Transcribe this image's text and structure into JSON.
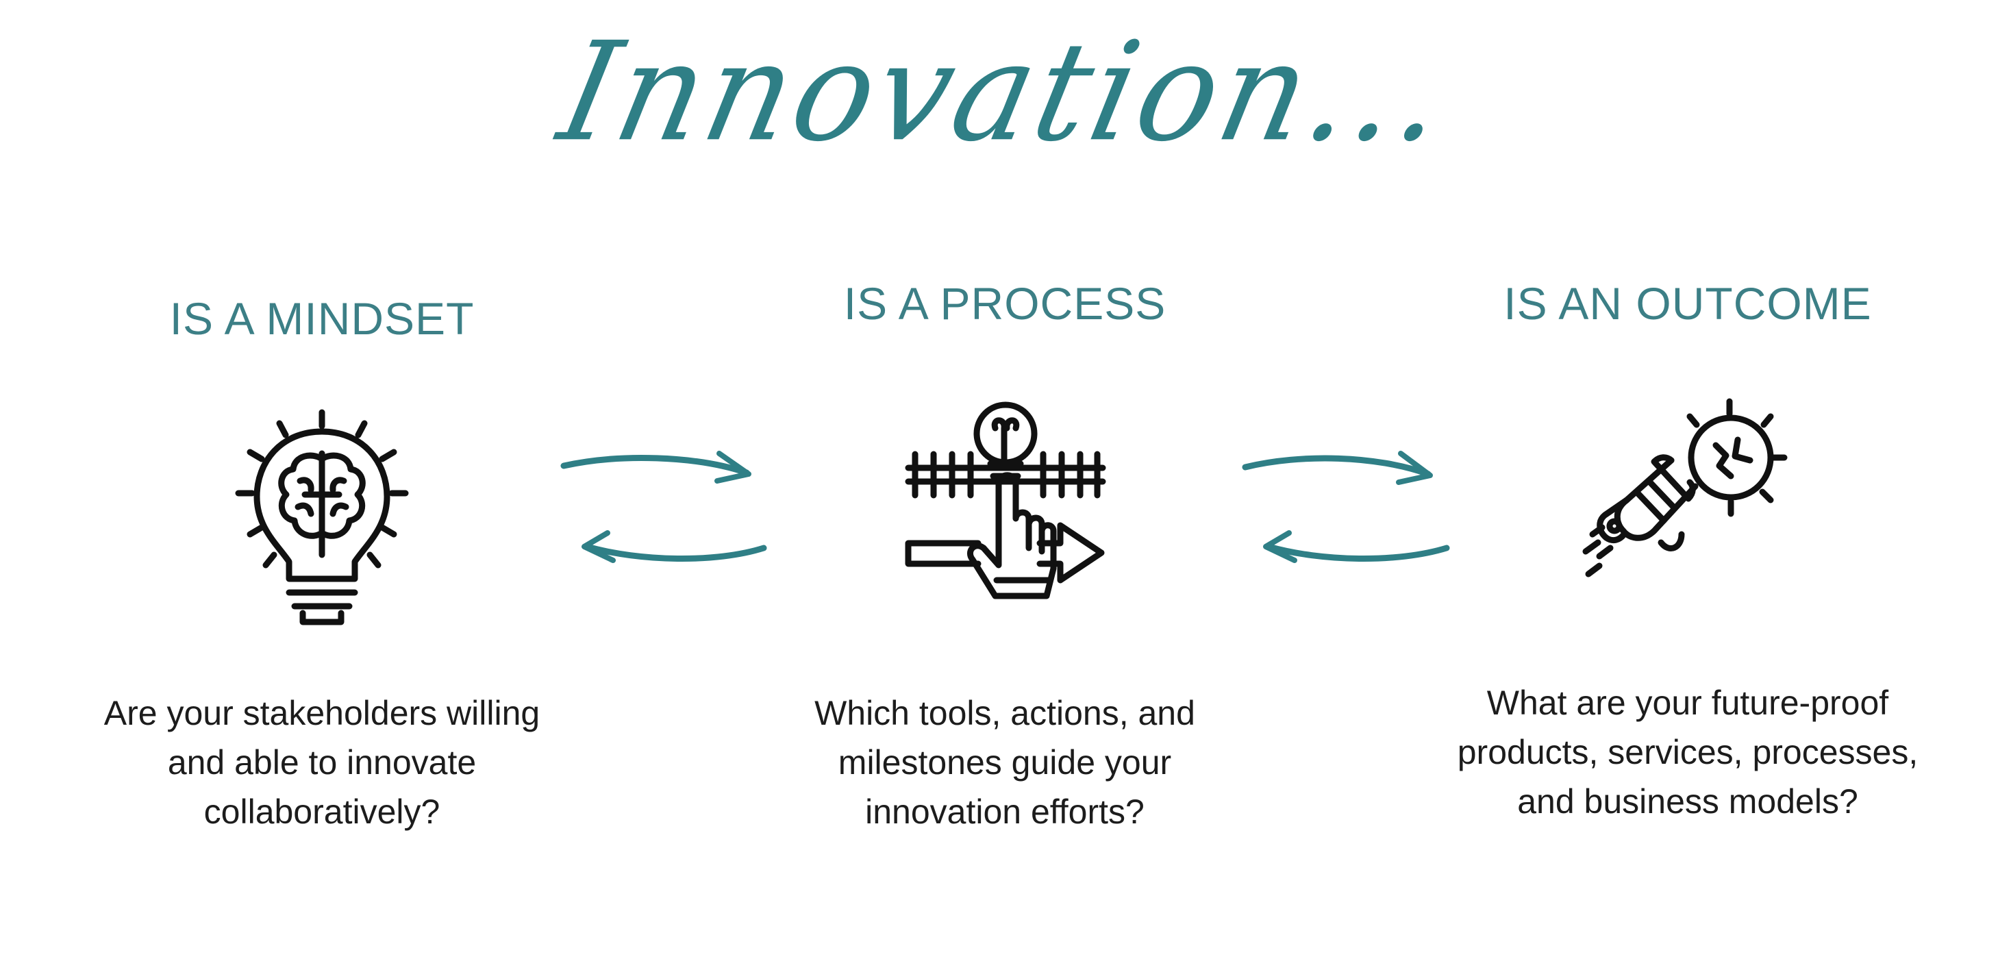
{
  "title": "Innovation...",
  "colors": {
    "teal": "#2f7f86",
    "heading": "#3c7f86",
    "text": "#1c1c1c",
    "icon": "#111111"
  },
  "columns": [
    {
      "heading": "IS A MINDSET",
      "icon": "lightbulb-brain-icon",
      "lines": [
        "Are your stakeholders willing",
        "and able to innovate",
        "collaboratively?"
      ]
    },
    {
      "heading": "IS A PROCESS",
      "icon": "hand-process-arrow-icon",
      "lines": [
        "Which tools, actions, and",
        "milestones guide your",
        "innovation efforts?"
      ]
    },
    {
      "heading": "IS AN OUTCOME",
      "icon": "rocket-lightbulb-icon",
      "lines": [
        "What are your future-proof",
        "products, services, processes,",
        "and business models?"
      ]
    }
  ],
  "connectors": [
    {
      "icon": "bidirectional-arrows-icon"
    },
    {
      "icon": "bidirectional-arrows-icon"
    }
  ]
}
